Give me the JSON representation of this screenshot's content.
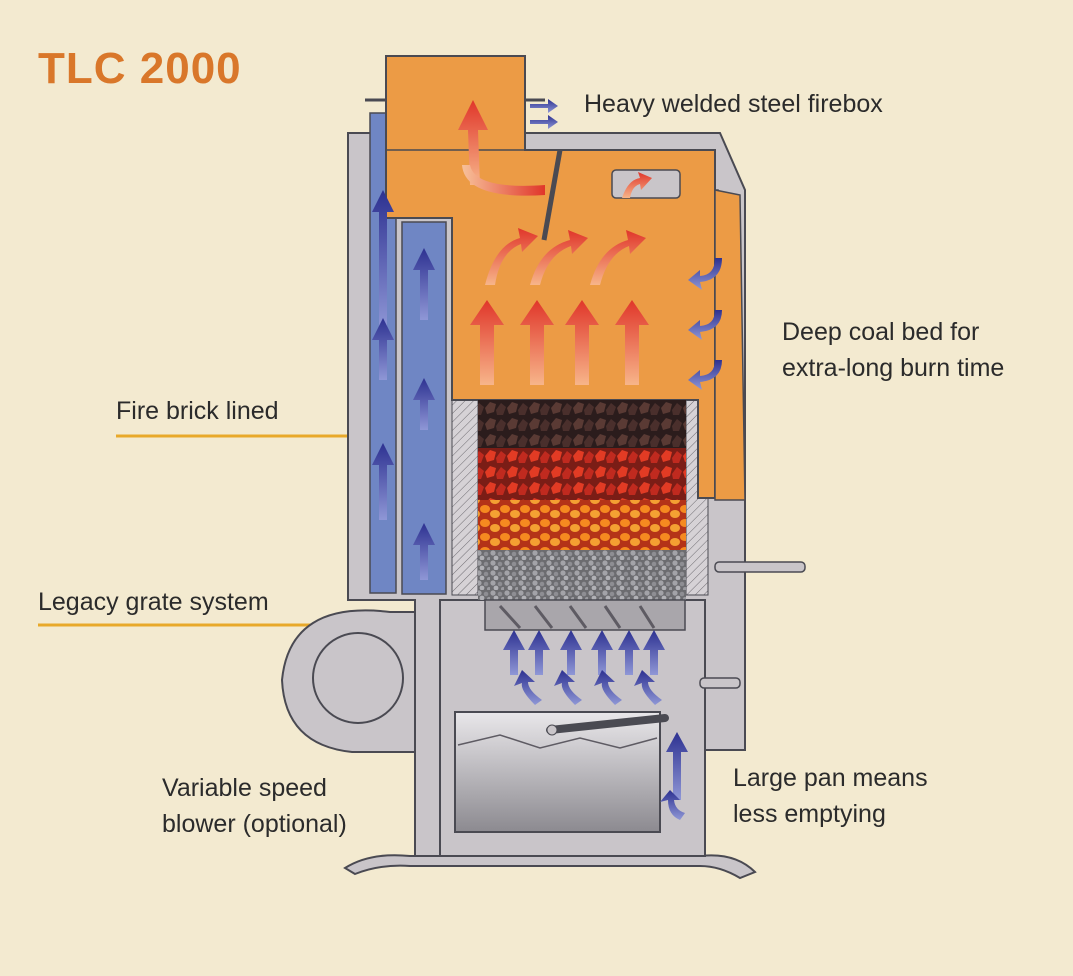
{
  "title": "TLC 2000",
  "labels": {
    "firebox": "Heavy welded steel firebox",
    "coal_bed_line1": "Deep coal bed for",
    "coal_bed_line2": "extra-long burn time",
    "fire_brick": "Fire brick lined",
    "grate": "Legacy grate system",
    "blower_line1": "Variable speed",
    "blower_line2": "blower (optional)",
    "pan_line1": "Large pan means",
    "pan_line2": "less emptying"
  },
  "colors": {
    "background": "#f3ead0",
    "title": "#d9772a",
    "leader_line": "#e8a92a",
    "firebox": "#ec9b45",
    "air_channel": "#6f86c4",
    "stove_body": "#c9c5c9",
    "outline": "#4a4a52",
    "flame_arrow": "#e0452a",
    "air_arrow": "#3a3f9a"
  }
}
